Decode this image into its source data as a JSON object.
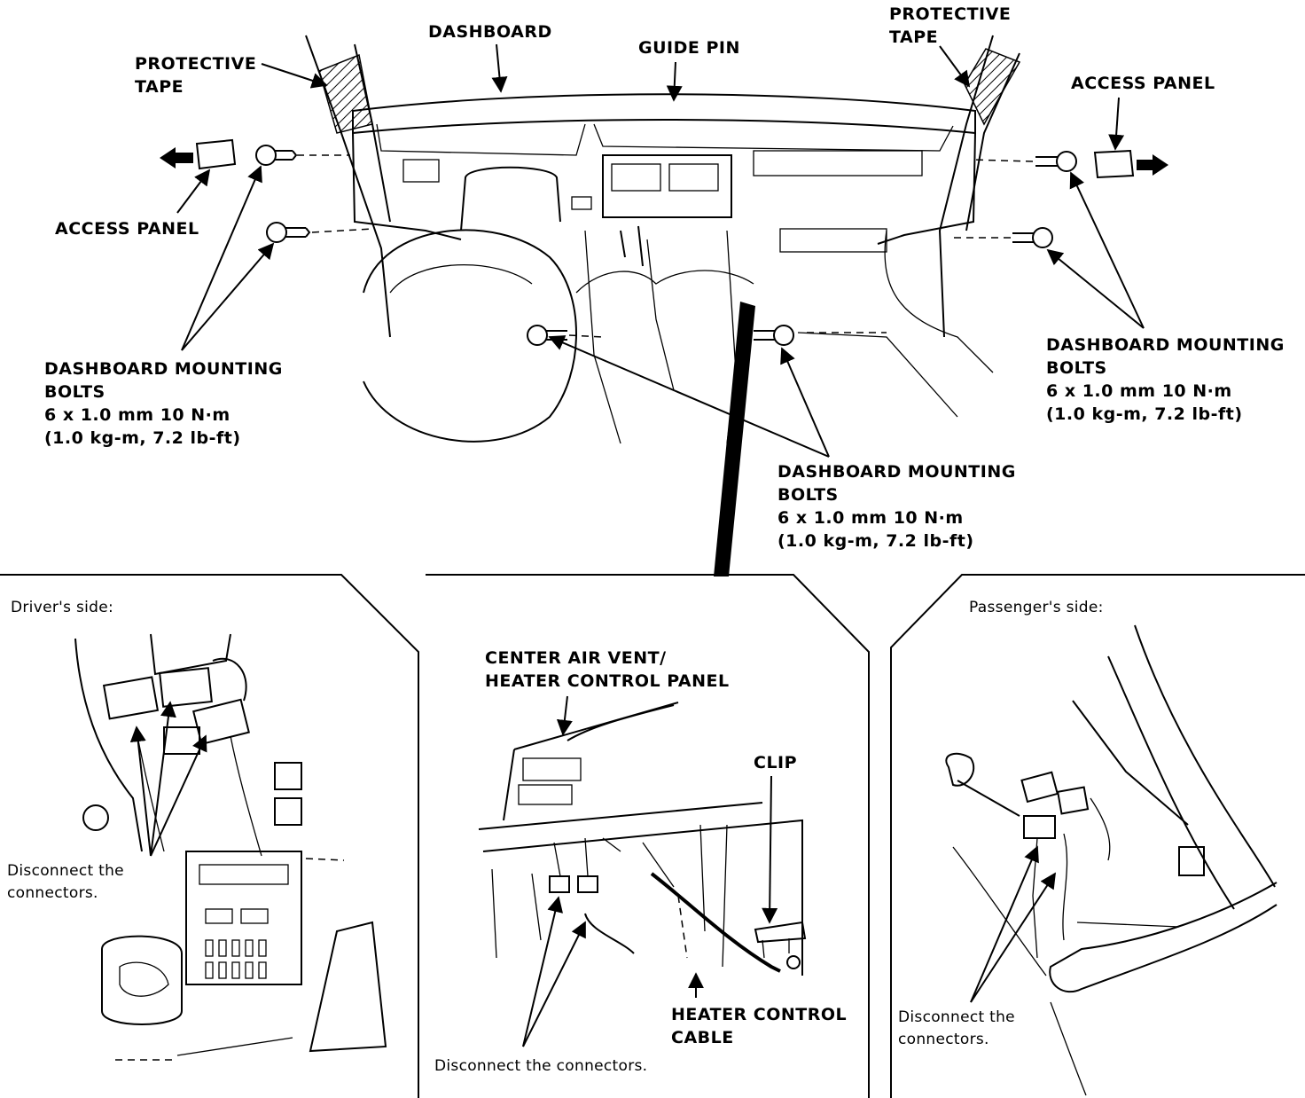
{
  "labels": {
    "dashboard": "DASHBOARD",
    "guide_pin": "GUIDE PIN",
    "protective_tape_left": [
      "PROTECTIVE",
      "TAPE"
    ],
    "protective_tape_right": [
      "PROTECTIVE",
      "TAPE"
    ],
    "access_panel_left": "ACCESS PANEL",
    "access_panel_right": "ACCESS PANEL",
    "bolts_left": [
      "DASHBOARD MOUNTING",
      "BOLTS",
      "6 x 1.0 mm 10 N·m",
      "(1.0 kg-m, 7.2 lb-ft)"
    ],
    "bolts_center": [
      "DASHBOARD MOUNTING",
      "BOLTS",
      "6 x 1.0 mm 10 N·m",
      "(1.0 kg-m, 7.2 lb-ft)"
    ],
    "bolts_right": [
      "DASHBOARD MOUNTING",
      "BOLTS",
      "6 x 1.0 mm 10 N·m",
      "(1.0 kg-m, 7.2 lb-ft)"
    ]
  },
  "panels": {
    "driver": {
      "title": "Driver's side:",
      "note": [
        "Disconnect the",
        "connectors."
      ]
    },
    "center": {
      "vent_label": [
        "CENTER AIR VENT/",
        "HEATER CONTROL PANEL"
      ],
      "clip": "CLIP",
      "cable": [
        "HEATER CONTROL",
        "CABLE"
      ],
      "note": "Disconnect the connectors."
    },
    "passenger": {
      "title": "Passenger's side:",
      "note": [
        "Disconnect the",
        "connectors."
      ]
    }
  },
  "colors": {
    "ink": "#000000",
    "paper": "#ffffff"
  }
}
